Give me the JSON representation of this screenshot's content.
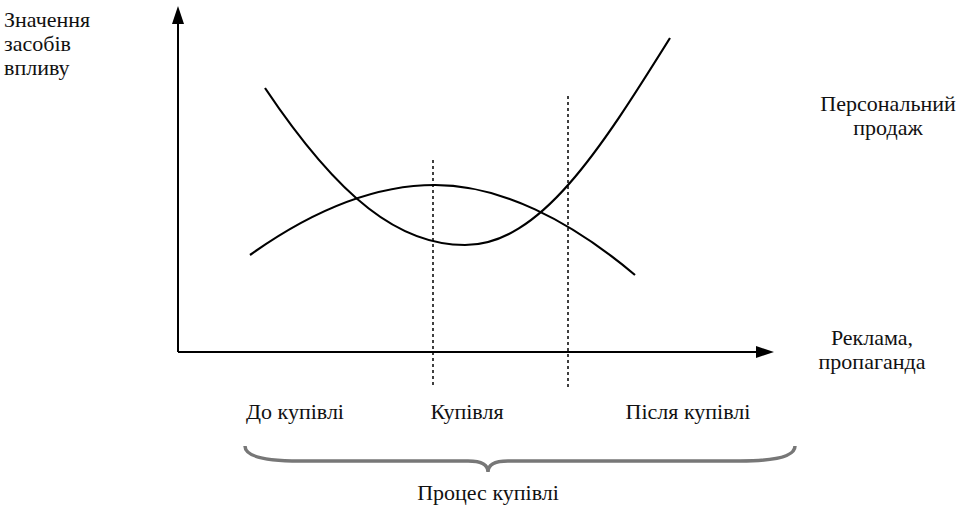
{
  "diagram": {
    "labels": [
      "Значення засобів впливу",
      "Персональний продаж",
      "Реклама, пропаганда",
      "До купівлі",
      "Купівля",
      "Після купівлі",
      "Процес купівлі"
    ]
  }
}
